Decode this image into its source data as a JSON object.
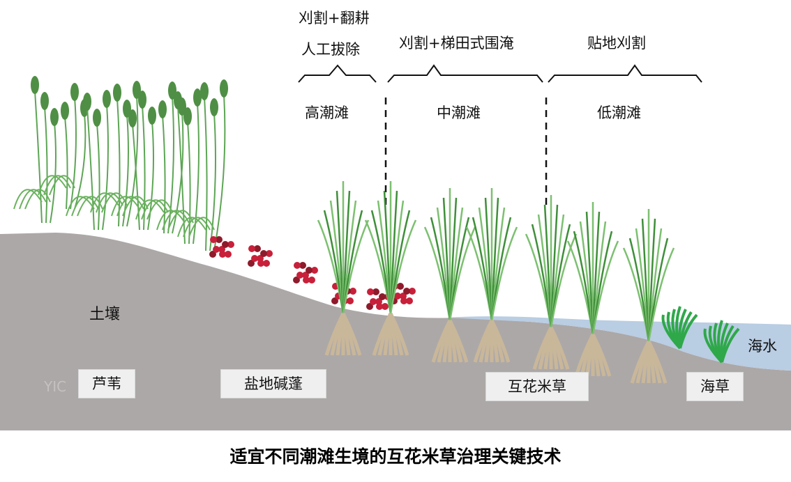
{
  "treatments": {
    "high": [
      "刈割+翻耕",
      "人工拔除"
    ],
    "mid": "刈割+梯田式围淹",
    "low": "贴地刈割"
  },
  "zones": {
    "high": "高潮滩",
    "mid": "中潮滩",
    "low": "低潮滩"
  },
  "terrain": {
    "soil": "土壤",
    "sea": "海水"
  },
  "plants": {
    "reed": "芦苇",
    "suaeda": "盐地碱蓬",
    "spartina": "互花米草",
    "seagrass": "海草"
  },
  "watermark": "YIC",
  "caption": "适宜不同潮滩生境的互花米草治理关键技术",
  "colors": {
    "soil": "#aca8a7",
    "water": "#b9cde3",
    "plant": "#4f9a45",
    "suaeda": "#c8203a",
    "root": "#c9b79a"
  }
}
